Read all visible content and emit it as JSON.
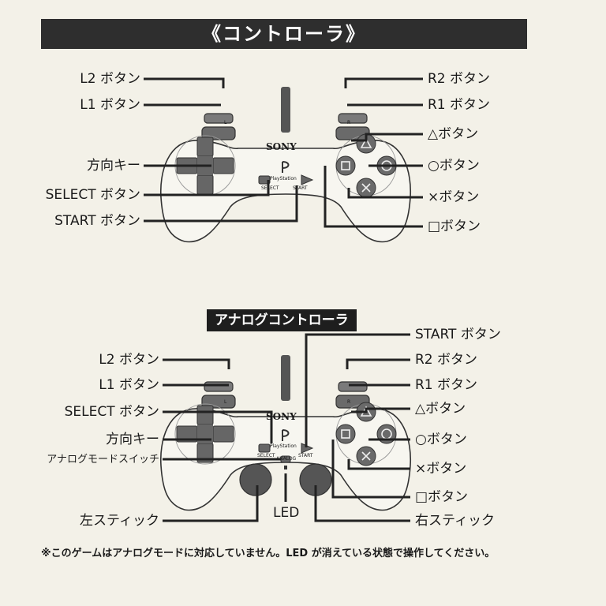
{
  "title": "《コントローラ》",
  "digital": {
    "labels": {
      "l2": "L2 ボタン",
      "l1": "L1 ボタン",
      "dpad": "方向キー",
      "select": "SELECT ボタン",
      "start": "START ボタン",
      "r2": "R2 ボタン",
      "r1": "R1 ボタン",
      "triangle": "△ボタン",
      "circle": "○ボタン",
      "cross": "×ボタン",
      "square": "□ボタン"
    },
    "body_text": {
      "brand": "SONY",
      "ps": "PlayStation",
      "select": "SELECT",
      "start": "START",
      "l": "L",
      "r": "R"
    }
  },
  "analog": {
    "subtitle": "アナログコントローラ",
    "labels": {
      "start": "START ボタン",
      "l2": "L2 ボタン",
      "l1": "L1 ボタン",
      "select": "SELECT ボタン",
      "dpad": "方向キー",
      "mode": "アナログモードスイッチ",
      "left_stick": "左スティック",
      "led": "LED",
      "r2": "R2 ボタン",
      "r1": "R1 ボタン",
      "triangle": "△ボタン",
      "circle": "○ボタン",
      "cross": "×ボタン",
      "square": "□ボタン",
      "right_stick": "右スティック"
    },
    "body_text": {
      "brand": "SONY",
      "ps": "PlayStation",
      "select": "SELECT",
      "start": "START",
      "analog": "ANALOG",
      "l": "L",
      "r": "R"
    }
  },
  "note": "※このゲームはアナログモードに対応していません。LED が消えている状態で操作してください。"
}
